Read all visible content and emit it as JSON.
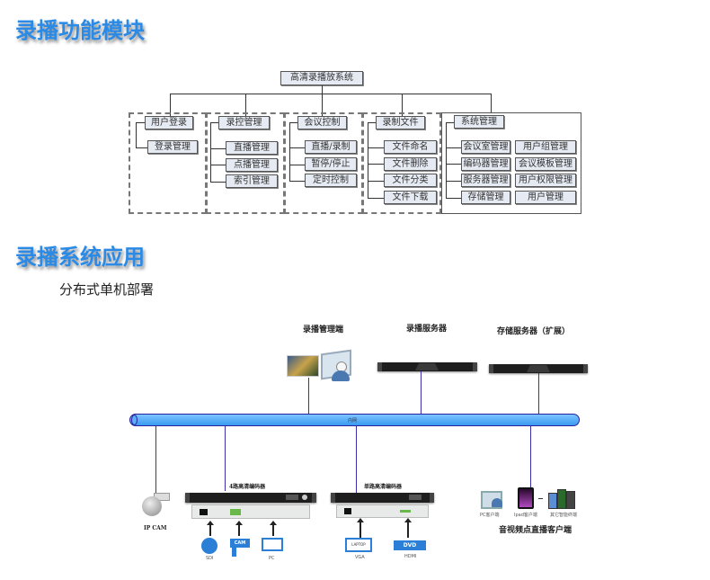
{
  "sections": [
    {
      "title": "录播功能模块"
    },
    {
      "title": "录播系统应用",
      "subtitle": "分布式单机部署"
    }
  ],
  "tree": {
    "root": "高清录播放系统",
    "groups": [
      {
        "header": "用户登录",
        "items": [
          "登录管理"
        ]
      },
      {
        "header": "录控管理",
        "items": [
          "直播管理",
          "点播管理",
          "索引管理"
        ]
      },
      {
        "header": "会议控制",
        "items": [
          "直播/录制",
          "暂停/停止",
          "定时控制"
        ]
      },
      {
        "header": "录制文件",
        "items": [
          "文件命名",
          "文件删除",
          "文件分类",
          "文件下载"
        ]
      },
      {
        "header": "系统管理",
        "items_left": [
          "会议室管理",
          "编码器管理",
          "服务器管理",
          "存储管理"
        ],
        "items_right": [
          "用户组管理",
          "会议模板管理",
          "用户权限管理",
          "用户管理"
        ]
      }
    ]
  },
  "deployment": {
    "top_devices": [
      {
        "label": "录播管理端",
        "icon": "admin-workstation-icon"
      },
      {
        "label": "录播服务器",
        "icon": "rack-server-icon"
      },
      {
        "label": "存储服务器（扩展）",
        "icon": "rack-server-icon"
      }
    ],
    "network_label": "内网",
    "bottom_devices": {
      "ip_cam": {
        "label": "IP CAM"
      },
      "encoder_4ch": {
        "label": "4路高清编码器",
        "inputs": [
          {
            "name": "SDI",
            "icon": "camera-dome-icon"
          },
          {
            "name": "CAM",
            "icon": "camera-icon"
          },
          {
            "name": "PC",
            "icon": "monitor-icon"
          }
        ]
      },
      "encoder_1ch": {
        "label": "单路高清编码器",
        "inputs": [
          {
            "name": "VGA",
            "sublabel": "LAPTOP",
            "icon": "laptop-icon"
          },
          {
            "name": "HDMI",
            "sublabel": "DVD",
            "icon": "dvd-icon"
          }
        ]
      },
      "clients": {
        "label": "音视频点直播客户端",
        "items": [
          "PC客户端",
          "Ipad客户端",
          "其它智能终端"
        ]
      }
    },
    "colors": {
      "bus": "#4aa8f5",
      "bus_border": "#2a22a0",
      "link": "#3a2fa8",
      "title": "#2a8ae6"
    }
  }
}
